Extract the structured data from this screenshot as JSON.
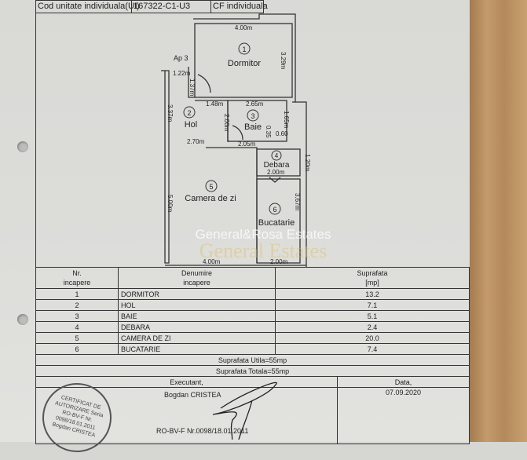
{
  "header": {
    "ui_label": "Cod unitate individuala(UI)",
    "ui_code": "167322-C1-U3",
    "cf_label": "CF individuala"
  },
  "plan": {
    "apartment": "Ap 3",
    "rooms": [
      {
        "nr": "1",
        "name": "Dormitor"
      },
      {
        "nr": "2",
        "name": "Hol"
      },
      {
        "nr": "3",
        "name": "Baie"
      },
      {
        "nr": "4",
        "name": "Debara"
      },
      {
        "nr": "5",
        "name": "Camera de zi"
      },
      {
        "nr": "6",
        "name": "Bucatarie"
      }
    ],
    "dims": {
      "d1w": "4.00m",
      "d1h": "3.29m",
      "entry_w": "1.22m",
      "entry_h": "1.37m",
      "hol_w": "1.48m",
      "hol_h": "3.37m",
      "baie_w": "2.65m",
      "baie_h": "1.65m",
      "baie_door": "2.00m",
      "d035": "0.35",
      "d060": "0.60",
      "d205": "2.05m",
      "d270": "2.70m",
      "debara_w": "2.00m",
      "debara_h": "1.20m",
      "cz_h": "5.00m",
      "cz_w": "4.00m",
      "buc_h": "3.67m",
      "buc_w": "2.00m"
    },
    "watermark": "General&Rosa Estates",
    "watermark_logo": "General Estates"
  },
  "table": {
    "headers": {
      "nr": "Nr.",
      "nr2": "incapere",
      "name": "Denumire",
      "name2": "incapere",
      "area": "Suprafata",
      "area2": "[mp]"
    },
    "rows": [
      {
        "nr": "1",
        "name": "DORMITOR",
        "area": "13.2"
      },
      {
        "nr": "2",
        "name": "HOL",
        "area": "7.1"
      },
      {
        "nr": "3",
        "name": "BAIE",
        "area": "5.1"
      },
      {
        "nr": "4",
        "name": "DEBARA",
        "area": "2.4"
      },
      {
        "nr": "5",
        "name": "CAMERA DE ZI",
        "area": "20.0"
      },
      {
        "nr": "6",
        "name": "BUCATARIE",
        "area": "7.4"
      }
    ],
    "utila": "Suprafata Utila=55mp",
    "totala": "Suprafata Totala=55mp",
    "executant_label": "Executant,",
    "executant_name": "Bogdan CRISTEA",
    "data_label": "Data,",
    "date": "07.09.2020",
    "certificate": "RO-BV-F Nr.0098/18.01.2011",
    "stamp": "CERTIFICAT DE AUTORIZARE Seria RO-BV-F Nr. 0098/18.01.2011 Bogdan CRISTEA"
  }
}
